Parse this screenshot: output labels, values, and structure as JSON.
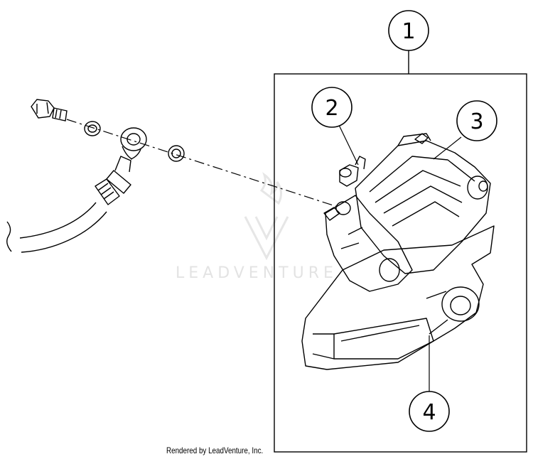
{
  "callouts": [
    {
      "id": "1",
      "label": "1"
    },
    {
      "id": "2",
      "label": "2"
    },
    {
      "id": "3",
      "label": "3"
    },
    {
      "id": "4",
      "label": "4"
    }
  ],
  "watermark": {
    "text": "LEADVENTURE"
  },
  "credit": {
    "text": "Rendered by LeadVenture, Inc."
  },
  "colors": {
    "line": "#000000",
    "background": "#ffffff",
    "watermark": "#e3e3e3"
  }
}
